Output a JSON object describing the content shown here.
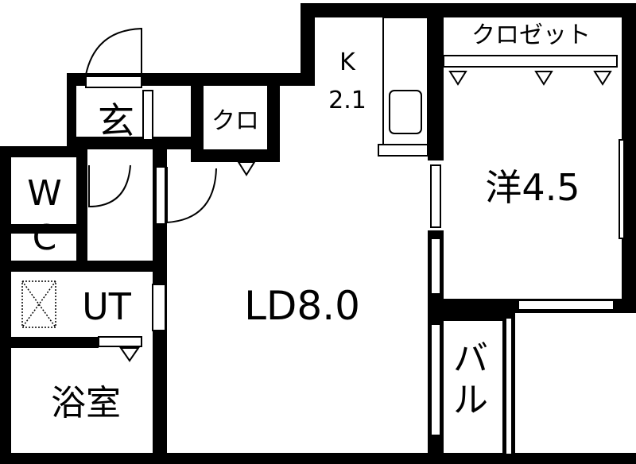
{
  "rooms": {
    "entrance": "玄",
    "closet_small": "クロ",
    "kitchen_name": "K",
    "kitchen_size": "2.1",
    "closet_large": "クロゼット",
    "western_room": "洋4.5",
    "wc_w": "W",
    "wc_c": "C",
    "utility": "UT",
    "living_dining": "LD8.0",
    "bath": "浴室",
    "balcony_ba": "バ",
    "balcony_ru": "ル"
  }
}
